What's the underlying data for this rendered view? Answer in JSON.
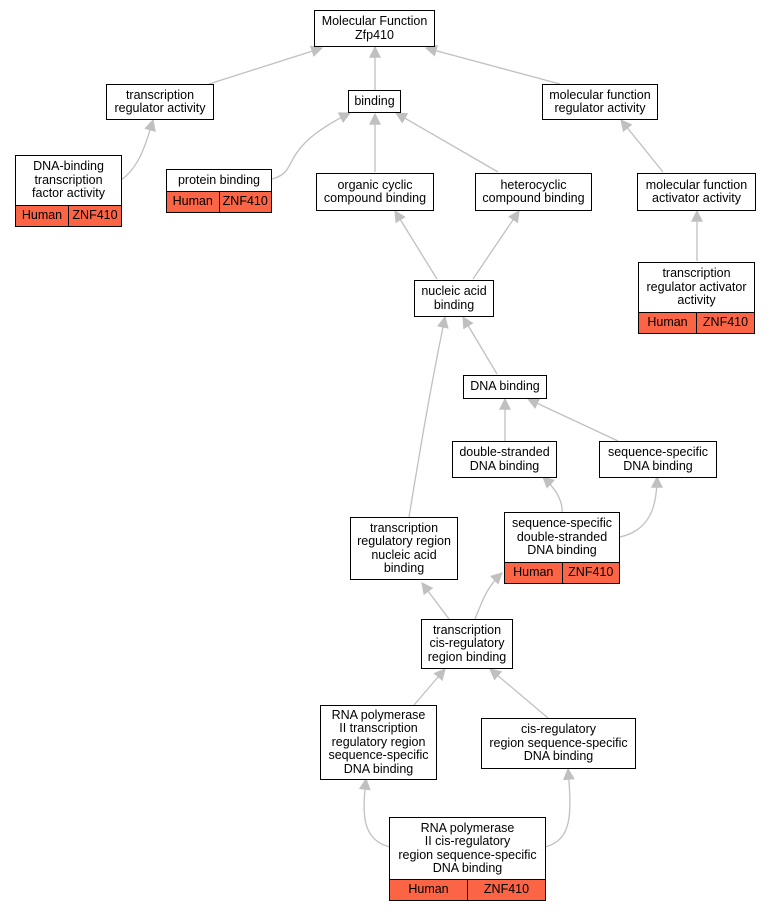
{
  "colors": {
    "edge": "#c0c0c0",
    "annotation": "#fb6445",
    "border": "#000000"
  },
  "nodes": {
    "root": {
      "label": "Molecular Function\nZfp410"
    },
    "transcription_regulator_activity": {
      "label": "transcription\nregulator activity"
    },
    "binding": {
      "label": "binding"
    },
    "mf_regulator_activity": {
      "label": "molecular function\nregulator activity"
    },
    "dna_binding_tf_activity": {
      "label": "DNA-binding\ntranscription\nfactor activity",
      "species": "Human",
      "gene": "ZNF410"
    },
    "protein_binding": {
      "label": "protein binding",
      "species": "Human",
      "gene": "ZNF410"
    },
    "organic_cyclic": {
      "label": "organic cyclic\ncompound binding"
    },
    "heterocyclic": {
      "label": "heterocyclic\ncompound binding"
    },
    "mf_activator_activity": {
      "label": "molecular function\nactivator activity"
    },
    "nucleic_acid_binding": {
      "label": "nucleic acid\nbinding"
    },
    "tr_activator_activity": {
      "label": "transcription\nregulator activator\nactivity",
      "species": "Human",
      "gene": "ZNF410"
    },
    "dna_binding": {
      "label": "DNA binding"
    },
    "ds_dna_binding": {
      "label": "double-stranded\nDNA binding"
    },
    "ss_dna_binding": {
      "label": "sequence-specific\nDNA binding"
    },
    "tr_region_na_binding": {
      "label": "transcription\nregulatory region\nnucleic acid\nbinding"
    },
    "ss_ds_dna_binding": {
      "label": "sequence-specific\ndouble-stranded\nDNA binding",
      "species": "Human",
      "gene": "ZNF410"
    },
    "t_cis_reg_binding": {
      "label": "transcription\ncis-regulatory\nregion binding"
    },
    "rnap2_tr_region_ss": {
      "label": "RNA polymerase\nII transcription\nregulatory region\nsequence-specific\nDNA binding"
    },
    "cis_reg_ss": {
      "label": "cis-regulatory\nregion sequence-specific\nDNA binding"
    },
    "rnap2_cis_reg_ss": {
      "label": "RNA polymerase\nII cis-regulatory\nregion sequence-specific\nDNA binding",
      "species": "Human",
      "gene": "ZNF410"
    }
  }
}
